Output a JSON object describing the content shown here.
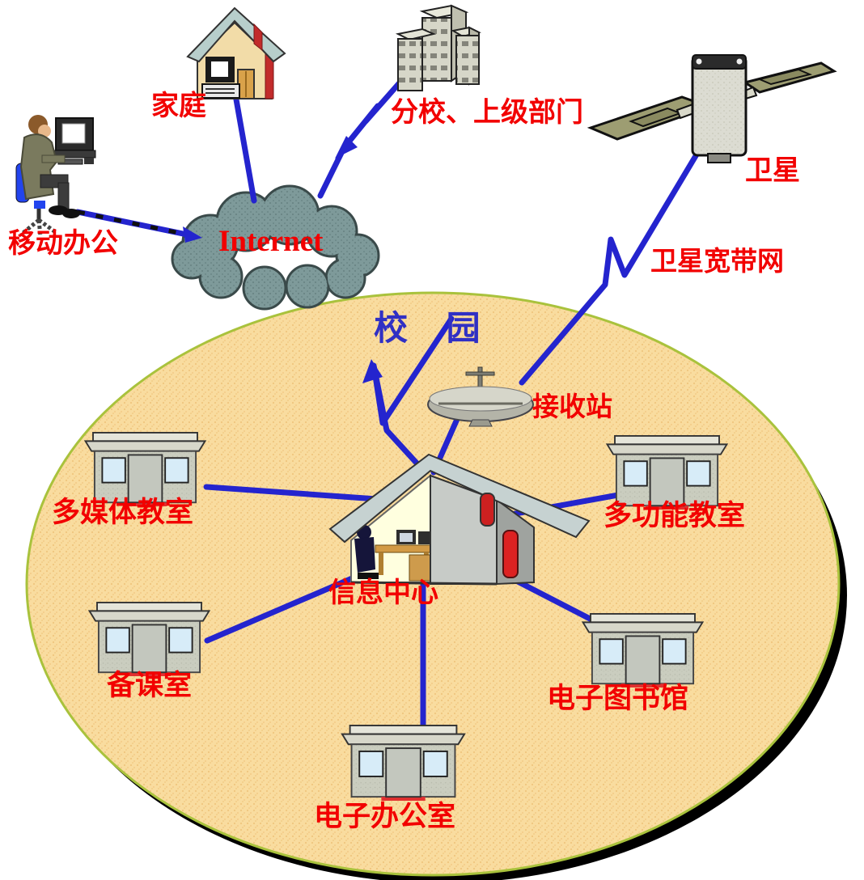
{
  "diagram": {
    "type": "campus-network-topology",
    "nodes": {
      "mobile_office": {
        "label": "移动办公"
      },
      "home": {
        "label": "家庭"
      },
      "branch_departments": {
        "label": "分校、上级部门"
      },
      "satellite": {
        "label": "卫星"
      },
      "internet": {
        "label": "Internet"
      },
      "satellite_broadband": {
        "label": "卫星宽带网"
      },
      "campus": {
        "label": "校 园"
      },
      "receiving_station": {
        "label": "接收站"
      },
      "info_center": {
        "label": "信息中心"
      },
      "multimedia_classroom": {
        "label": "多媒体教室"
      },
      "multifunction_classroom": {
        "label": "多功能教室"
      },
      "prep_room": {
        "label": "备课室"
      },
      "e_library": {
        "label": "电子图书馆"
      },
      "e_office": {
        "label": "电子办公室"
      }
    },
    "links": [
      {
        "from": "mobile_office",
        "to": "internet",
        "style": "dashed-arrow"
      },
      {
        "from": "home",
        "to": "internet",
        "style": "solid"
      },
      {
        "from": "branch_departments",
        "to": "internet",
        "style": "lightning-arrow"
      },
      {
        "from": "internet",
        "to": "info_center",
        "style": "lightning-arrow"
      },
      {
        "from": "satellite",
        "to": "receiving_station",
        "style": "lightning"
      },
      {
        "from": "receiving_station",
        "to": "info_center",
        "style": "solid"
      },
      {
        "from": "info_center",
        "to": "multimedia_classroom",
        "style": "solid"
      },
      {
        "from": "info_center",
        "to": "multifunction_classroom",
        "style": "solid"
      },
      {
        "from": "info_center",
        "to": "prep_room",
        "style": "solid"
      },
      {
        "from": "info_center",
        "to": "e_library",
        "style": "solid"
      },
      {
        "from": "info_center",
        "to": "e_office",
        "style": "solid"
      }
    ],
    "colors": {
      "label_red": "#F20000",
      "campus_label_blue": "#3030C4",
      "link_blue": "#2424CE",
      "campus_fill": "#F9DC9F",
      "campus_border": "#A9C23C",
      "cloud_fill": "#7E9A9A"
    }
  }
}
